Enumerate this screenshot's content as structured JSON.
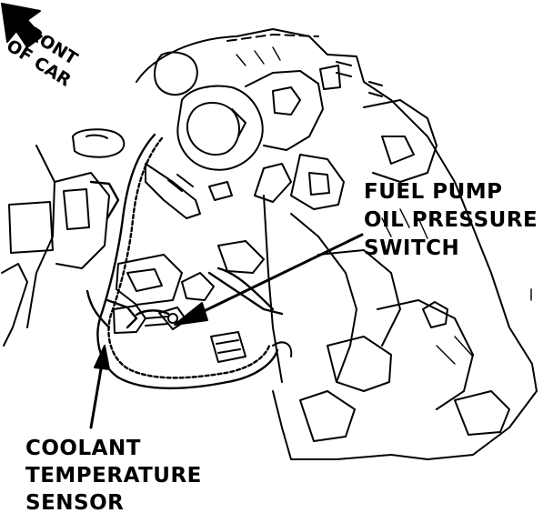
{
  "orientation": {
    "line1": "FRONT",
    "line2": "OF CAR"
  },
  "labels": {
    "fuel_pump": "FUEL PUMP",
    "oil_pressure": "OIL PRESSURE",
    "switch": "SWITCH",
    "coolant": "COOLANT",
    "temperature": "TEMPERATURE",
    "sensor": "SENSOR"
  },
  "colors": {
    "ink": "#000000",
    "paper": "#ffffff"
  },
  "icons": {
    "direction": "arrow-up-left-icon"
  }
}
